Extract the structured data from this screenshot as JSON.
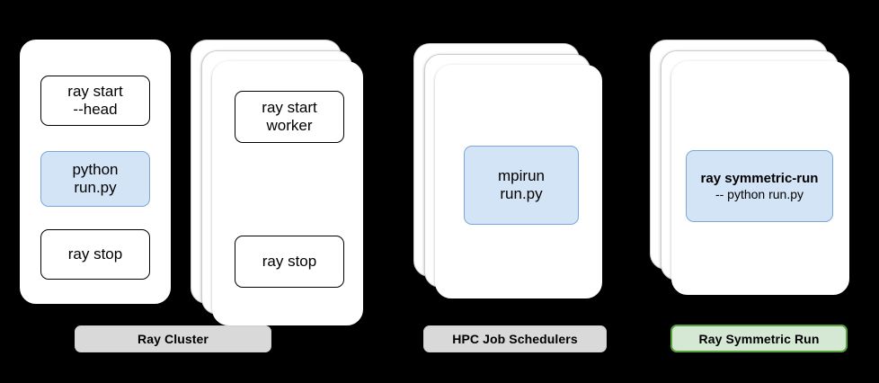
{
  "diagram": {
    "title": "Ray Symmetric Run vs Ray Cluster vs HPC Job Schedulers",
    "background_color": "#000000",
    "card_fill": "#ffffff",
    "accent_blue_fill": "#d4e4f7",
    "accent_blue_border": "#7ba7d7",
    "label_grey_fill": "#d9d9d9",
    "label_green_fill": "#d5e8d4",
    "label_green_border": "#56a13a"
  },
  "groups": [
    {
      "id": "ray-cluster",
      "label": "Ray Cluster",
      "label_style": "grey",
      "nodes": [
        {
          "id": "head-node",
          "stack_count": 1,
          "commands": [
            {
              "style": "plain",
              "lines": [
                "ray start",
                "--head"
              ]
            },
            {
              "style": "blue",
              "lines": [
                "python",
                "run.py"
              ]
            },
            {
              "style": "plain",
              "lines": [
                "ray stop"
              ]
            }
          ]
        },
        {
          "id": "worker-nodes",
          "stack_count": 3,
          "commands": [
            {
              "style": "plain",
              "lines": [
                "ray start",
                "worker"
              ]
            },
            {
              "style": "plain",
              "lines": [
                "ray stop"
              ]
            }
          ]
        }
      ]
    },
    {
      "id": "hpc-job-schedulers",
      "label": "HPC Job Schedulers",
      "label_style": "grey",
      "nodes": [
        {
          "id": "hpc-nodes",
          "stack_count": 3,
          "commands": [
            {
              "style": "blue",
              "lines": [
                "mpirun",
                "run.py"
              ]
            }
          ]
        }
      ]
    },
    {
      "id": "ray-symmetric-run",
      "label": "Ray Symmetric Run",
      "label_style": "green",
      "nodes": [
        {
          "id": "symmetric-nodes",
          "stack_count": 3,
          "commands": [
            {
              "style": "blue",
              "lines": [
                "ray symmetric-run",
                "-- python run.py"
              ],
              "bold_first": true
            }
          ]
        }
      ]
    }
  ],
  "text": {
    "ray_start_head_l1": "ray start",
    "ray_start_head_l2": "--head",
    "python_runpy_l1": "python",
    "python_runpy_l2": "run.py",
    "ray_stop_head": "ray stop",
    "ray_start_worker_l1": "ray start",
    "ray_start_worker_l2": "worker",
    "ray_stop_worker": "ray stop",
    "mpirun_l1": "mpirun",
    "mpirun_l2": "run.py",
    "symmetric_l1": "ray symmetric-run",
    "symmetric_l2": "-- python run.py",
    "label_ray_cluster": "Ray Cluster",
    "label_hpc": "HPC Job Schedulers",
    "label_symmetric": "Ray Symmetric Run"
  }
}
